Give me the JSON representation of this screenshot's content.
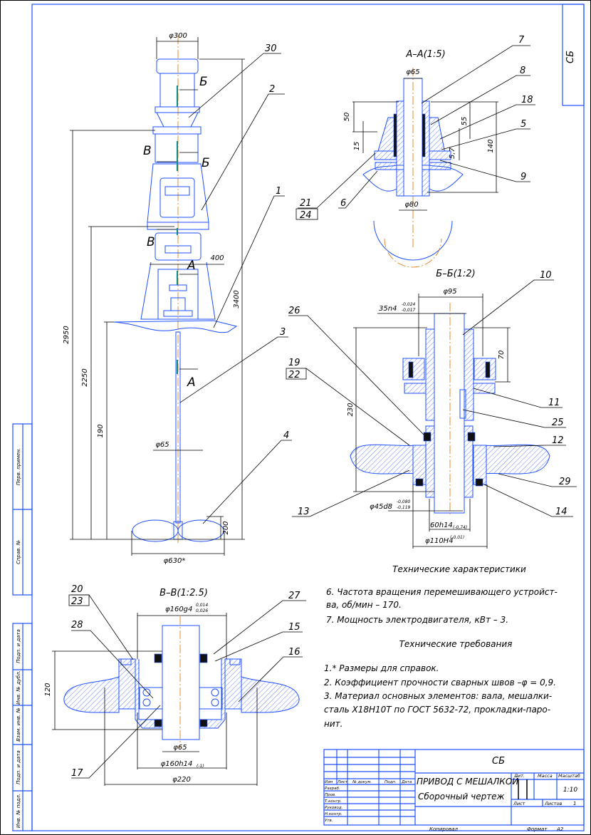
{
  "colors": {
    "outline": "#1d4fff",
    "centerline": "#e07000",
    "dimension": "#000000",
    "cutting_plane": "#0a8a8a"
  },
  "sheet": {
    "corner_code": "СБ",
    "left_strip": [
      "Перв. примен.",
      "Справ. №",
      "Подп. и дата",
      "Инв. № дубл.",
      "Взам. инв. №",
      "Подп. и дата",
      "Инв. № подл."
    ]
  },
  "main_view": {
    "dims": {
      "d300": "φ300",
      "h2950": "2950",
      "h2250": "2250",
      "h190": "190",
      "h3400": "3400",
      "w400": "400",
      "h200": "200",
      "d65": "φ65",
      "d630": "φ630*"
    },
    "section_marks": {
      "b": "Б",
      "v": "В",
      "a": "А"
    },
    "callouts": [
      "30",
      "2",
      "1",
      "3",
      "4"
    ]
  },
  "section_aa": {
    "title": "А–А(1:5)",
    "dims": {
      "d65": "φ65",
      "d80": "φ80",
      "h50": "50",
      "h15": "15",
      "h55": "55",
      "h5_7": "5,7",
      "h140": "140"
    },
    "callouts": {
      "c7": "7",
      "c8": "8",
      "c18": "18",
      "c5": "5",
      "c9": "9",
      "c21": "21",
      "c24": "24",
      "c6": "6"
    }
  },
  "section_bb": {
    "title": "Б–Б(1:2)",
    "dims": {
      "d95": "φ95",
      "fit35": "35n4",
      "fit35_tol_up": "-0,024",
      "fit35_tol_dn": "-0,017",
      "h70": "70",
      "h230": "230",
      "fit45": "φ45d8",
      "fit45_tol_up": "-0,080",
      "fit45_tol_dn": "-0,119",
      "fit60": "60h14",
      "fit60_tol": "(-0,74)",
      "fit110": "φ110H4",
      "fit110_tol": "(-0,01)"
    },
    "callouts": {
      "c10": "10",
      "c26": "26",
      "c19": "19",
      "c22": "22",
      "c11": "11",
      "c25": "25",
      "c12": "12",
      "c29": "29",
      "c13": "13",
      "c14": "14"
    }
  },
  "section_vv": {
    "title": "В–В(1:2.5)",
    "dims": {
      "fit160g": "φ160g4",
      "fit160g_tol_up": "0,014",
      "fit160g_tol_dn": "0,026",
      "d65": "φ65",
      "fit160h": "φ160h14",
      "fit160h_tol": "(-1)",
      "d220": "φ220",
      "h120": "120"
    },
    "callouts": {
      "c20": "20",
      "c23": "23",
      "c28": "28",
      "c27": "27",
      "c15": "15",
      "c16": "16",
      "c17": "17"
    }
  },
  "notes": {
    "characteristics_title": "Технические характеристики",
    "characteristics": [
      "6. Частота вращения перемешивающего устройст-",
      "ва, об/мин – 170.",
      "7. Мощность электродвигателя, кВт – 3."
    ],
    "requirements_title": "Технические требования",
    "requirements": [
      "1.* Размеры для справок.",
      "2. Коэффициент прочности сварных швов –φ = 0,9.",
      "3. Материал основных элементов: вала, мешалки-",
      "сталь Х18Н10Т по ГОСТ 5632-72, прокладки-паро-",
      "нит."
    ]
  },
  "title_block": {
    "code": "СБ",
    "title": "ПРИВОД С МЕШАЛКОЙ",
    "subtitle": "Сборочный чертеж",
    "headers": [
      "Изм",
      "Лист",
      "№ докум.",
      "Подп.",
      "Дата"
    ],
    "roles": [
      "Разраб.",
      "Пров.",
      "Т.контр.",
      "Руковод.",
      "Н.контр.",
      "Утв."
    ],
    "lit_label": "Лит.",
    "mass_label": "Масса",
    "scale_label": "Масштаб",
    "scale": "1:10",
    "sheet_label": "Лист",
    "sheets_label": "Листов",
    "sheets": "1",
    "copied": "Копировал",
    "format_label": "Формат",
    "format": "A2"
  }
}
